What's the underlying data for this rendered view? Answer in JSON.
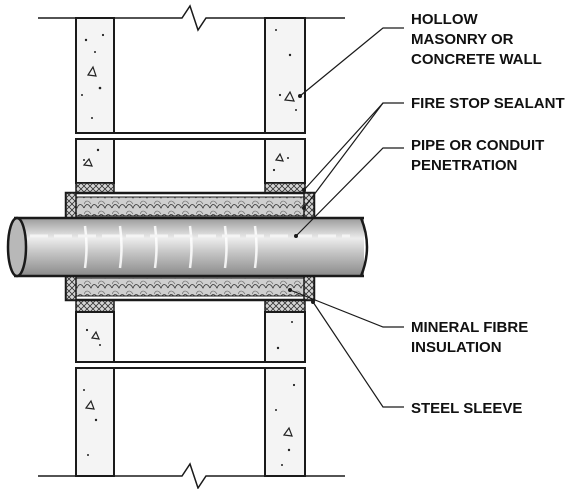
{
  "labels": {
    "wall": [
      "HOLLOW",
      "MASONRY OR",
      "CONCRETE WALL"
    ],
    "sealant": [
      "FIRE STOP SEALANT"
    ],
    "pipe": [
      "PIPE OR CONDUIT",
      "PENETRATION"
    ],
    "insulation": [
      "MINERAL FIBRE",
      "INSULATION"
    ],
    "sleeve": [
      "STEEL SLEEVE"
    ]
  },
  "colors": {
    "line": "#1a1a1a",
    "background": "#ffffff",
    "pipe_fill": "#c4c4c4",
    "pipe_highlight": "#ececec",
    "insulation_fill": "#d6d6d6",
    "concrete_fill": "#f4f4f4"
  }
}
